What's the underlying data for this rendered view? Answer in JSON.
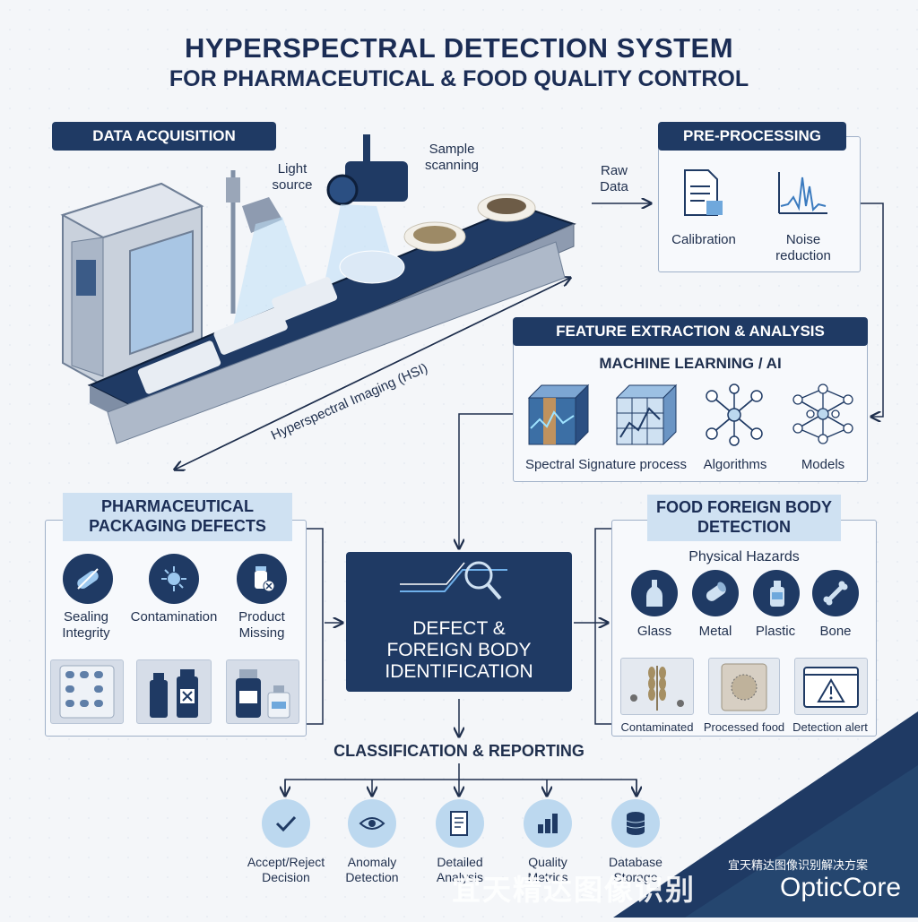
{
  "title": "HYPERSPECTRAL DETECTION SYSTEM",
  "subtitle": "FOR PHARMACEUTICAL & FOOD QUALITY CONTROL",
  "acquisition": {
    "header": "DATA ACQUISITION",
    "light_source": "Light source",
    "sample_scanning": "Sample scanning",
    "raw_data": "Raw Data",
    "hsi": "Hyperspectral Imaging (HSI)"
  },
  "preprocessing": {
    "header": "PRE-PROCESSING",
    "calibration": "Calibration",
    "noise_reduction": "Noise reduction"
  },
  "feature": {
    "header": "FEATURE EXTRACTION & ANALYSIS",
    "subheader": "MACHINE LEARNING / AI",
    "spectral": "Spectral Signature process",
    "algorithms": "Algorithms",
    "models": "Models"
  },
  "pharma": {
    "header": "PHARMACEUTICAL PACKAGING DEFECTS",
    "sealing": "Sealing Integrity",
    "contamination": "Contamination",
    "missing": "Product Missing"
  },
  "center": {
    "line1": "DEFECT &",
    "line2": "FOREIGN BODY",
    "line3": "IDENTIFICATION"
  },
  "food": {
    "header": "FOOD FOREIGN BODY DETECTION",
    "subheader": "Physical Hazards",
    "glass": "Glass",
    "metal": "Metal",
    "plastic": "Plastic",
    "bone": "Bone",
    "contaminated": "Contaminated",
    "processed": "Processed food",
    "alert": "Detection alert"
  },
  "reporting": {
    "header": "CLASSIFICATION & REPORTING",
    "accept": "Accept/Reject Decision",
    "anomaly": "Anomaly Detection",
    "detailed": "Detailed Analysis",
    "quality": "Quality Metrics",
    "database": "Database Storage"
  },
  "brand": {
    "cn_big": "宜天精达图像识别",
    "cn_small": "宜天精达图像识别解决方案",
    "name": "OpticCore"
  },
  "colors": {
    "navy": "#1f3a64",
    "light_blue": "#cfe1f2",
    "accent": "#3b7bbf"
  }
}
